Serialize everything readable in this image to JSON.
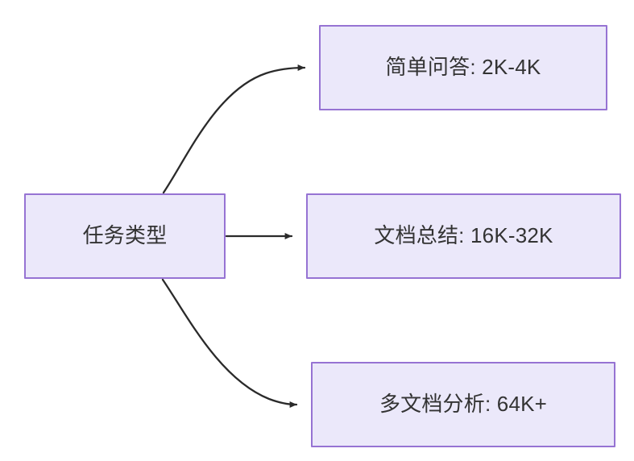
{
  "diagram": {
    "type": "flowchart",
    "direction": "left-to-right",
    "background_color": "#ffffff",
    "node_fill_color": "#ebe8fa",
    "node_border_color": "#9673d3",
    "node_text_color": "#333333",
    "edge_color": "#2a2a2a",
    "source_node": {
      "id": "task-type",
      "label": "任务类型"
    },
    "target_nodes": [
      {
        "id": "simple-qa",
        "label": "简单问答: 2K-4K",
        "task": "简单问答",
        "range": "2K-4K"
      },
      {
        "id": "doc-summary",
        "label": "文档总结: 16K-32K",
        "task": "文档总结",
        "range": "16K-32K"
      },
      {
        "id": "multi-doc-analysis",
        "label": "多文档分析: 64K+",
        "task": "多文档分析",
        "range": "64K+"
      }
    ],
    "edges": [
      {
        "from": "task-type",
        "to": "simple-qa",
        "style": "curved",
        "arrow": "triangle",
        "label": ""
      },
      {
        "from": "task-type",
        "to": "doc-summary",
        "style": "straight",
        "arrow": "triangle",
        "label": ""
      },
      {
        "from": "task-type",
        "to": "multi-doc-analysis",
        "style": "curved",
        "arrow": "triangle",
        "label": ""
      }
    ]
  }
}
